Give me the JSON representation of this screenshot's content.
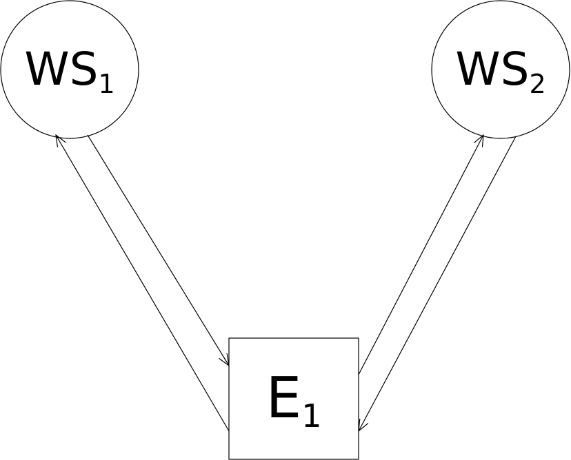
{
  "nodes": {
    "ws1": {
      "base": "WS",
      "sub": "1",
      "shape": "circle"
    },
    "ws2": {
      "base": "WS",
      "sub": "2",
      "shape": "circle"
    },
    "e1": {
      "base": "E",
      "sub": "1",
      "shape": "rectangle"
    }
  },
  "edges": [
    {
      "from": "ws1",
      "to": "e1"
    },
    {
      "from": "e1",
      "to": "ws1"
    },
    {
      "from": "ws2",
      "to": "e1"
    },
    {
      "from": "e1",
      "to": "ws2"
    }
  ],
  "colors": {
    "stroke": "#000000",
    "background": "#ffffff"
  }
}
